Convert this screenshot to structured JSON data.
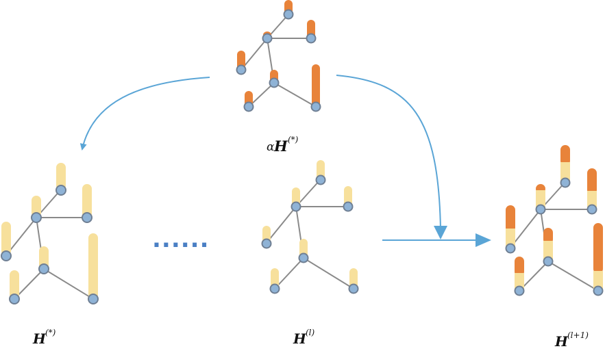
{
  "colors": {
    "edge": "#8a8a8a",
    "node_fill": "#8fb3d6",
    "node_stroke": "#6f7f93",
    "bar_light": "#f7e09c",
    "bar_dark": "#e8833a",
    "arrow": "#5aa5d6",
    "dots": "#4a7fc4"
  },
  "labels": {
    "h_star": {
      "main": "H",
      "sup": "(*)"
    },
    "alpha_h_star": {
      "alpha": "α",
      "main": "H",
      "sup": "(*)"
    },
    "h_l": {
      "main": "H",
      "sup": "(l)"
    },
    "h_l1": {
      "main": "H",
      "sup": "(l+1)"
    }
  },
  "ellipsis": "......"
}
